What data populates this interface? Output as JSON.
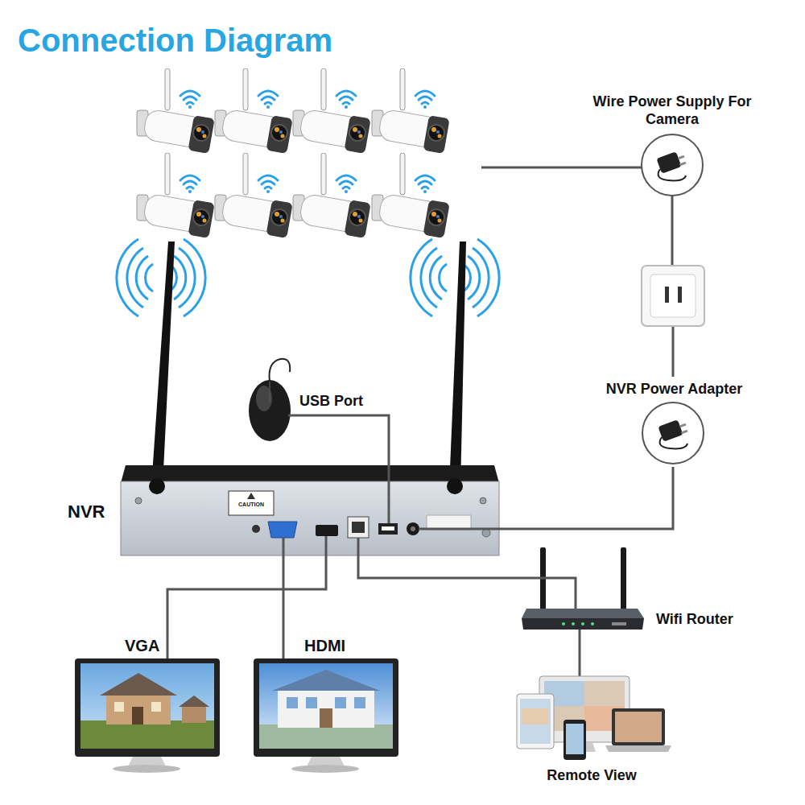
{
  "diagram": {
    "title": "Connection Diagram",
    "nodes": [
      {
        "text": [
          "Wire Power Supply For Camera"
        ]
      },
      {
        "text": [
          "NVR Power Adapter"
        ]
      },
      {
        "text": [
          "USB Port"
        ]
      },
      {
        "text": [
          "NVR"
        ]
      },
      {
        "text": [
          "Wifi Router"
        ]
      },
      {
        "text": [
          "VGA"
        ]
      },
      {
        "text": [
          "HDMI"
        ]
      },
      {
        "text": [
          "Remote View"
        ]
      }
    ],
    "edges": [
      {
        "from": 1,
        "to": 3,
        "arrow": "none"
      },
      {
        "from": 2,
        "to": 3,
        "arrow": "none"
      },
      {
        "from": 3,
        "to": 4,
        "arrow": "none"
      },
      {
        "from": 4,
        "to": 7,
        "arrow": "none"
      },
      {
        "from": 3,
        "to": 5,
        "arrow": "none"
      },
      {
        "from": 3,
        "to": 6,
        "arrow": "none"
      }
    ],
    "labels": [
      "CAUTION"
    ]
  }
}
